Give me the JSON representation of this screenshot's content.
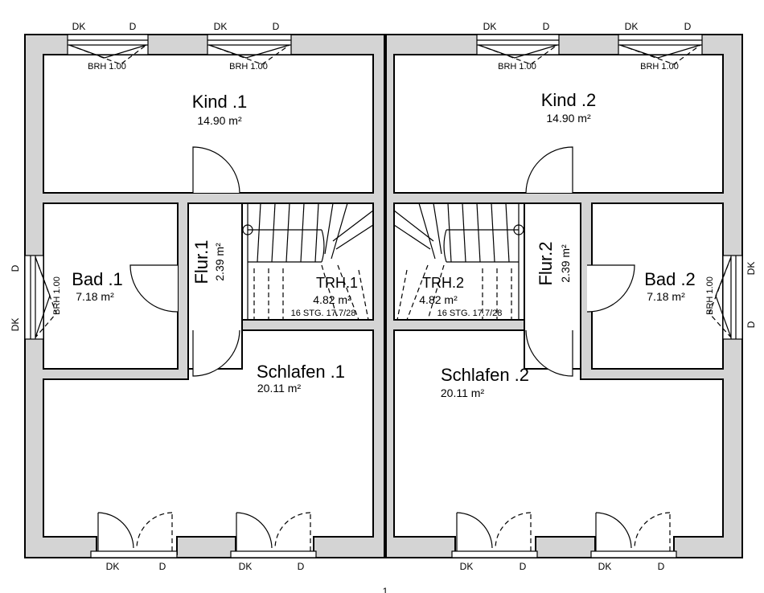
{
  "rooms": {
    "kind1": {
      "name": "Kind .1",
      "area": "14.90 m²"
    },
    "kind2": {
      "name": "Kind .2",
      "area": "14.90 m²"
    },
    "bad1": {
      "name": "Bad .1",
      "area": "7.18 m²"
    },
    "bad2": {
      "name": "Bad .2",
      "area": "7.18 m²"
    },
    "flur1": {
      "name": "Flur.1",
      "area": "2.39 m²"
    },
    "flur2": {
      "name": "Flur.2",
      "area": "2.39 m²"
    },
    "trh1": {
      "name": "TRH.1",
      "area": "4.82 m²",
      "steps": "16 STG. 17.7/28"
    },
    "trh2": {
      "name": "TRH.2",
      "area": "4.82 m²",
      "steps": "16 STG. 17.7/28"
    },
    "schlafen1": {
      "name": "Schlafen .1",
      "area": "20.11 m²"
    },
    "schlafen2": {
      "name": "Schlafen .2",
      "area": "20.11 m²"
    }
  },
  "windows": {
    "dk": "DK",
    "d": "D",
    "brh": "BRH 1.00"
  },
  "page_marker": "1"
}
